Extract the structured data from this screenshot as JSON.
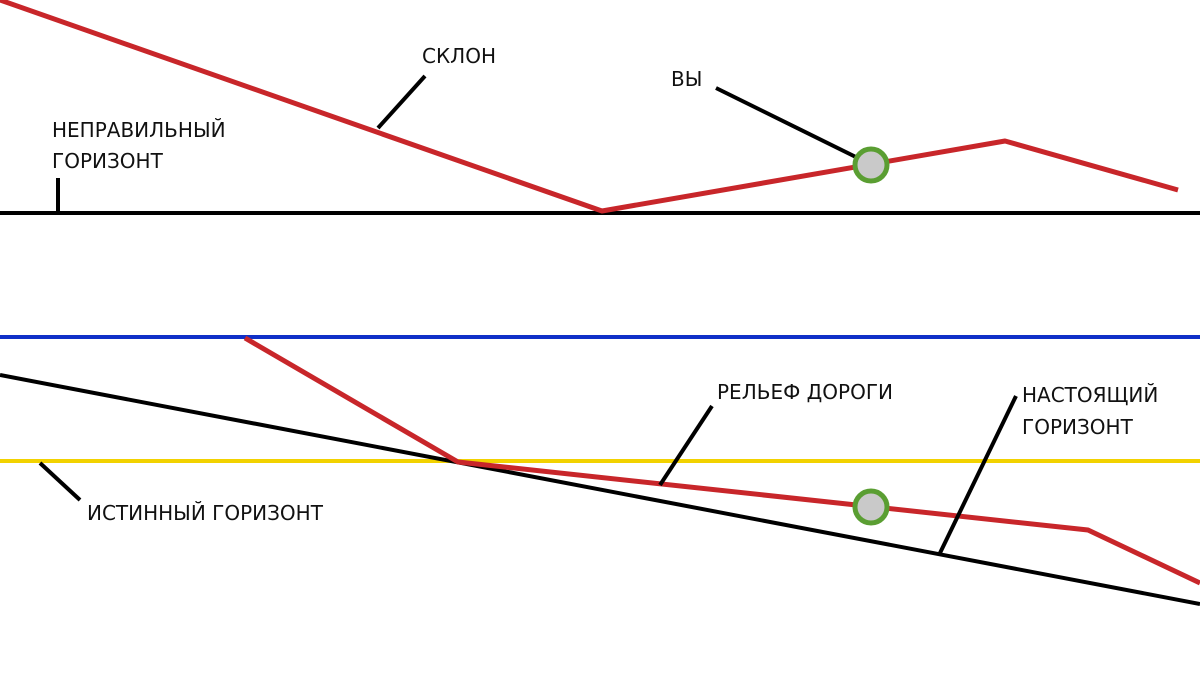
{
  "labels": {
    "slope": "СКЛОН",
    "you": "ВЫ",
    "wrong_horizon_line1": "НЕПРАВИЛЬНЫЙ",
    "wrong_horizon_line2": "ГОРИЗОНТ",
    "road_relief": "РЕЛЬЕФ ДОРОГИ",
    "true_horizon_line1": "НАСТОЯЩИЙ",
    "true_horizon_line2": "ГОРИЗОНТ",
    "real_horizon": "ИСТИННЫЙ ГОРИЗОНТ"
  },
  "colors": {
    "road": "#c8262a",
    "horizon": "#000000",
    "blue_line": "#1030c8",
    "yellow_line": "#f2d200",
    "marker_fill": "#c9c9c9",
    "marker_ring": "#5a9e32",
    "pointer": "#000000"
  }
}
